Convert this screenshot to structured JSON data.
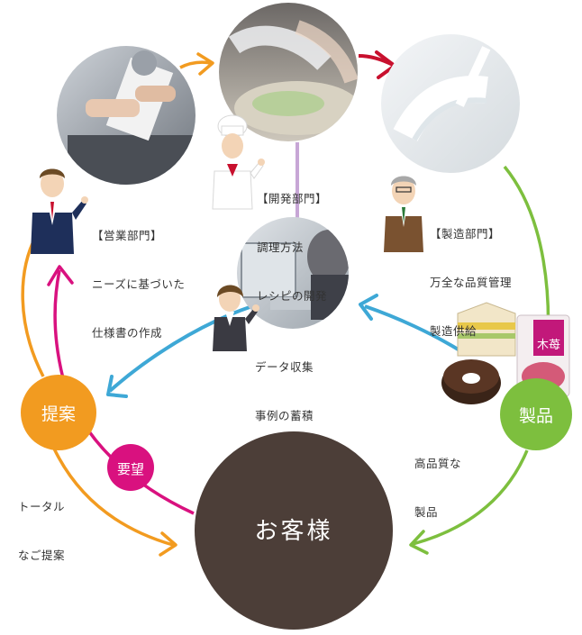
{
  "departments": {
    "sales": {
      "title": "【営業部門】",
      "line1": "ニーズに基づいた",
      "line2": "仕様書の作成"
    },
    "development": {
      "title": "【開発部門】",
      "line1": "調理方法",
      "line2": "レシピの開発"
    },
    "manufacturing": {
      "title": "【製造部門】",
      "line1": "万全な品質管理",
      "line2": "製造供給"
    },
    "data": {
      "line1": "データ収集",
      "line2": "事例の蓄積"
    }
  },
  "nodes": {
    "proposal": "提案",
    "products": "製品",
    "request": "要望",
    "customer": "お客様"
  },
  "notes": {
    "total_line1": "トータル",
    "total_line2": "なご提案",
    "quality_line1": "高品質な",
    "quality_line2": "製品"
  },
  "product_label": "木苺",
  "colors": {
    "orange": "#f29b20",
    "pink": "#d9117f",
    "green": "#7dbf3e",
    "blue": "#3ea8d6",
    "red": "#c8102e",
    "lavender": "#c7a6d6",
    "customer": "#4c3e38"
  }
}
